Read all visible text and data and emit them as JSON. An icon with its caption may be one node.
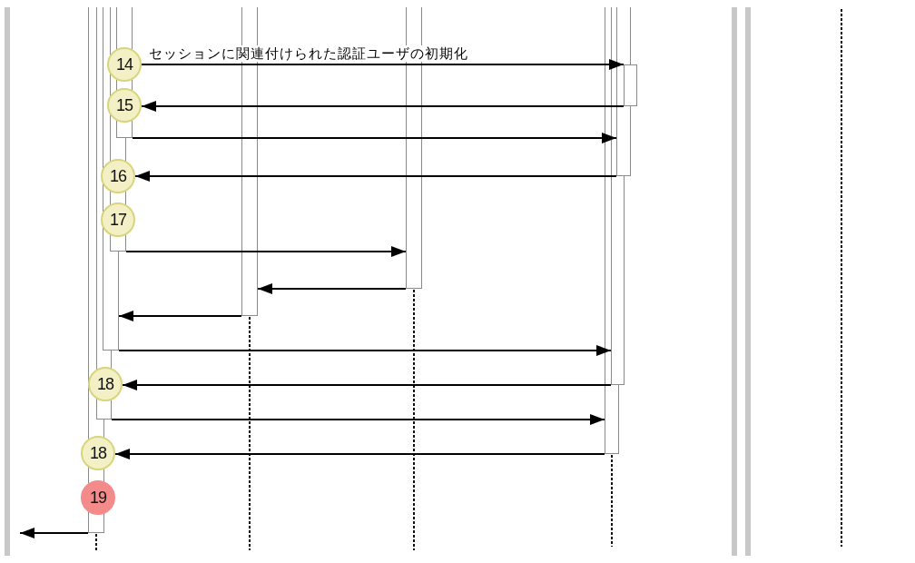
{
  "diagram": {
    "nodes": [
      {
        "text": [],
        "shape": "bar"
      },
      {
        "text": [],
        "shape": "bar"
      },
      {
        "text": [],
        "shape": "bar"
      },
      {
        "text": [],
        "shape": "bar"
      },
      {
        "text": [],
        "shape": "bar"
      },
      {
        "text": [],
        "shape": "bar"
      },
      {
        "text": [],
        "shape": "bar"
      },
      {
        "text": [],
        "shape": "bar"
      },
      {
        "text": [],
        "shape": "bar"
      },
      {
        "text": [],
        "shape": "bar"
      },
      {
        "text": [],
        "shape": "bar"
      },
      {
        "text": [
          "14"
        ]
      },
      {
        "text": [
          "15"
        ]
      },
      {
        "text": [
          "16"
        ]
      },
      {
        "text": [
          "17"
        ]
      },
      {
        "text": [
          "18"
        ]
      },
      {
        "text": [
          "18"
        ]
      },
      {
        "text": [
          "19"
        ]
      }
    ],
    "edges": [
      {
        "from": 11,
        "to": 10,
        "arrow": "to",
        "label": "セッションに関連付けられた認証ユーザの初期化"
      },
      {
        "from": 10,
        "to": 12,
        "arrow": "to"
      },
      {
        "from": 4,
        "to": 9,
        "arrow": "to"
      },
      {
        "from": 9,
        "to": 13,
        "arrow": "to"
      },
      {
        "from": 3,
        "to": 6,
        "arrow": "to"
      },
      {
        "from": 6,
        "to": 5,
        "arrow": "to"
      },
      {
        "from": 5,
        "to": 2,
        "arrow": "to"
      },
      {
        "from": 2,
        "to": 8,
        "arrow": "to"
      },
      {
        "from": 8,
        "to": 15,
        "arrow": "to"
      },
      {
        "from": 1,
        "to": 7,
        "arrow": "to"
      },
      {
        "from": 7,
        "to": 16,
        "arrow": "to"
      },
      {
        "from": 0,
        "to": null,
        "arrow": "to"
      }
    ]
  }
}
